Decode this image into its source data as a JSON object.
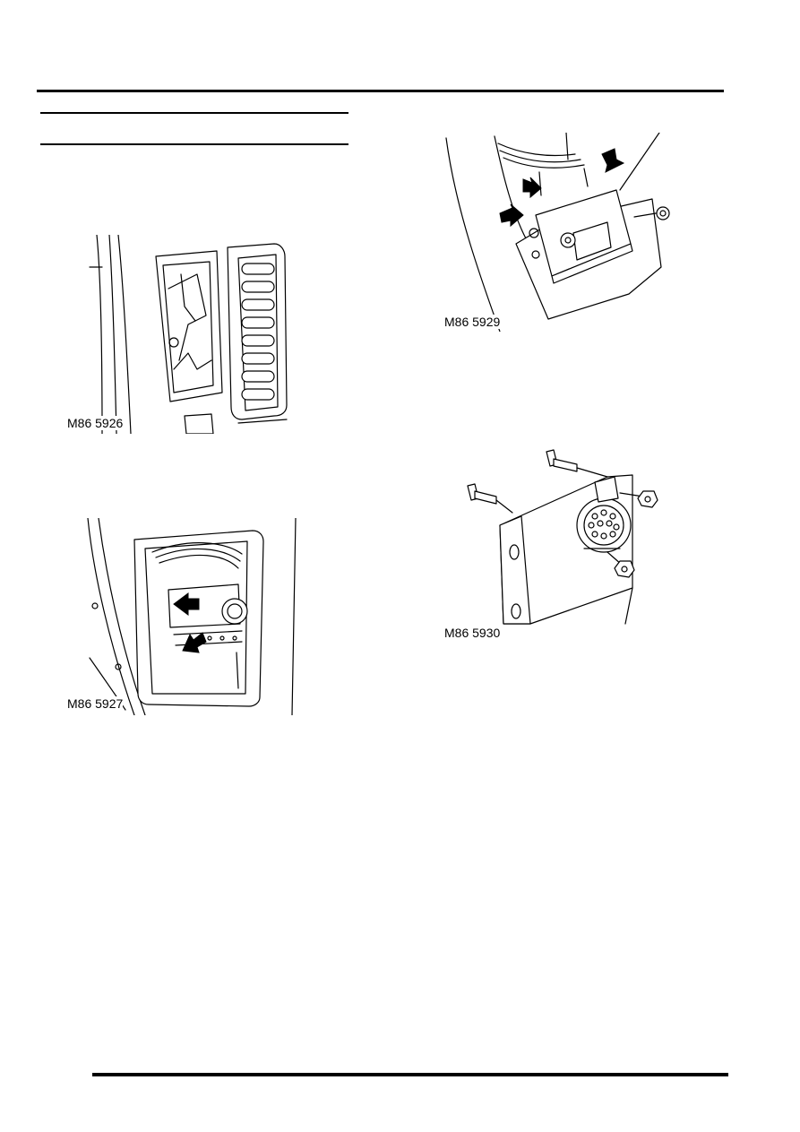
{
  "figures": [
    {
      "id": "fig1",
      "caption": "M86 5926",
      "subject": "rear panel grille removed"
    },
    {
      "id": "fig2",
      "caption": "M86 5927",
      "subject": "module connectors in panel aperture"
    },
    {
      "id": "fig3",
      "caption": "M86 5929",
      "subject": "module on bracket with nuts"
    },
    {
      "id": "fig4",
      "caption": "M86 5930",
      "subject": "bracket, bolts and nuts"
    }
  ]
}
